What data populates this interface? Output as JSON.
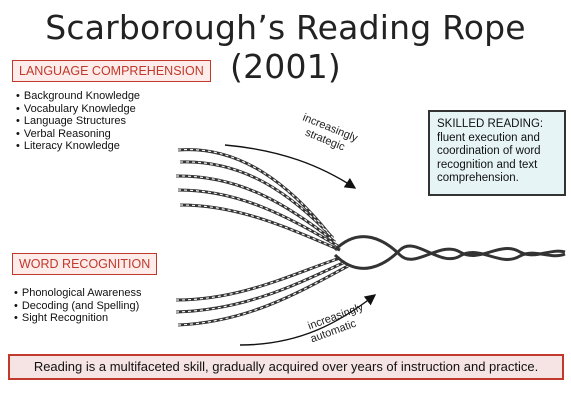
{
  "title": "Scarborough’s Reading Rope (2001)",
  "language_comprehension": {
    "label": "LANGUAGE COMPREHENSION",
    "items": [
      "Background Knowledge",
      "Vocabulary Knowledge",
      "Language Structures",
      "Verbal Reasoning",
      "Literacy Knowledge"
    ]
  },
  "word_recognition": {
    "label": "WORD RECOGNITION",
    "items": [
      "Phonological Awareness",
      "Decoding (and Spelling)",
      "Sight Recognition"
    ]
  },
  "annotations": {
    "strategic": "increasingly strategic",
    "automatic": "increasingly automatic"
  },
  "skilled_reading": "SKILLED READING: fluent execution and coordination of word recognition and text comprehension.",
  "footer": "Reading is a multifaceted skill, gradually acquired over years of instruction and practice.",
  "colors": {
    "accent": "#c0392b",
    "skilled_bg": "#e6f4f6",
    "footer_bg": "#f6e3e3"
  }
}
